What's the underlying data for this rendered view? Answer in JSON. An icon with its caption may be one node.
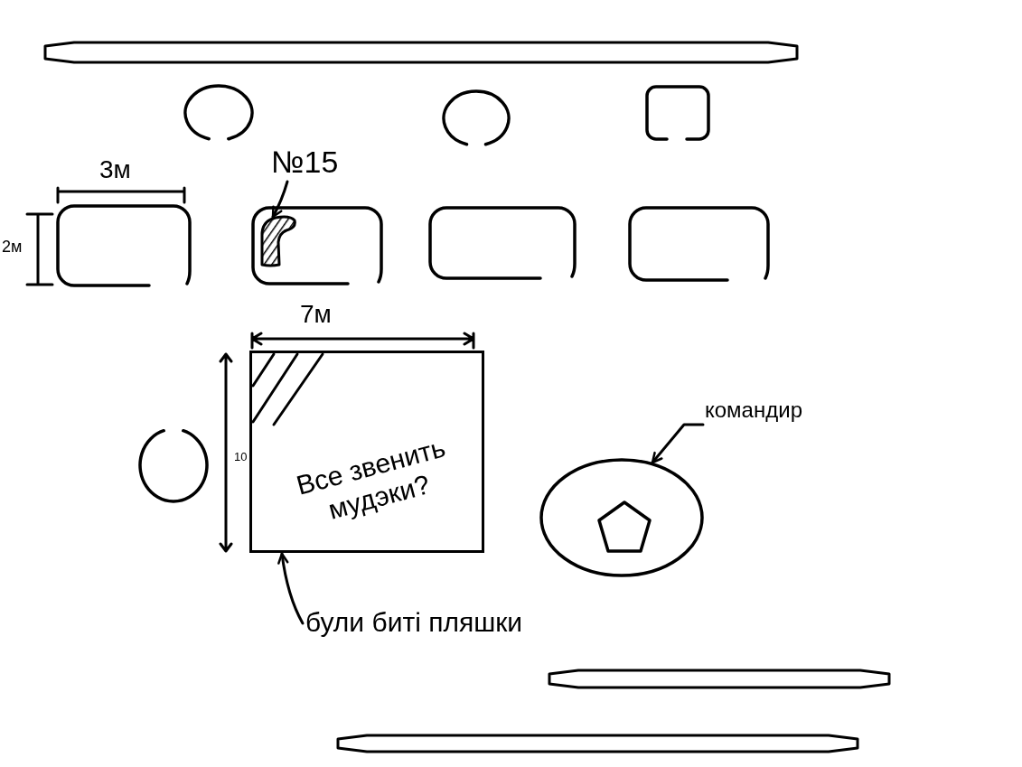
{
  "diagram": {
    "nodes": [
      {
        "text": [],
        "shape": "bar"
      },
      {
        "text": [],
        "shape": "circle"
      },
      {
        "text": [],
        "shape": "circle"
      },
      {
        "text": [],
        "shape": "box"
      },
      {
        "text": [
          "№15"
        ]
      },
      {
        "text": [],
        "shape": "box"
      },
      {
        "text": [],
        "shape": "box"
      },
      {
        "text": [],
        "shape": "crescent",
        "in": 6
      },
      {
        "text": [],
        "shape": "box"
      },
      {
        "text": [],
        "shape": "box"
      },
      {
        "text": [
          "Все звенить мудэки?"
        ]
      },
      {
        "text": [
          "командир"
        ]
      },
      {
        "text": [],
        "shape": "circle"
      },
      {
        "text": [],
        "shape": "ellipse"
      },
      {
        "text": [
          "були биті пляшки"
        ]
      },
      {
        "text": [],
        "shape": "bar"
      },
      {
        "text": [],
        "shape": "bar"
      }
    ],
    "edges": [
      {
        "from": 4,
        "to": 7,
        "arrow": "to"
      },
      {
        "from": 11,
        "to": 13,
        "arrow": "to"
      },
      {
        "from": 14,
        "to": 10,
        "arrow": "to"
      }
    ],
    "labels": [
      "3м",
      "2м",
      "7м",
      "10"
    ]
  }
}
